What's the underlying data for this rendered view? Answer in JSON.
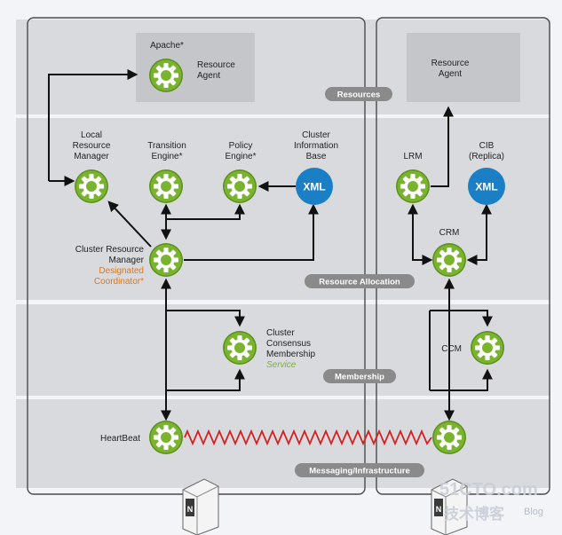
{
  "layers": {
    "resources": "Resources",
    "resource_allocation": "Resource Allocation",
    "membership": "Membership",
    "messaging": "Messaging/Infrastructure"
  },
  "left_node": {
    "apache_agent": {
      "line1": "Apache*",
      "line2": "Resource",
      "line3": "Agent"
    },
    "lrm": {
      "line1": "Local",
      "line2": "Resource",
      "line3": "Manager"
    },
    "transition_engine": {
      "line1": "Transition",
      "line2": "Engine*"
    },
    "policy_engine": {
      "line1": "Policy",
      "line2": "Engine*"
    },
    "cib": {
      "line1": "Cluster",
      "line2": "Information",
      "line3": "Base"
    },
    "xml": "XML",
    "crm": {
      "line1": "Cluster Resource",
      "line2": "Manager",
      "line3": "Designated",
      "line4": "Coordinator*"
    },
    "ccm": {
      "line1": "Cluster",
      "line2": "Consensus",
      "line3": "Membership",
      "line4": "Service"
    },
    "heartbeat": "HeartBeat",
    "node_badge": "N"
  },
  "right_node": {
    "resource_agent": {
      "line1": "Resource",
      "line2": "Agent"
    },
    "lrm": "LRM",
    "cib": {
      "line1": "CIB",
      "line2": "(Replica)"
    },
    "xml": "XML",
    "crm": "CRM",
    "ccm": "CCM",
    "node_badge": "N"
  },
  "watermark": {
    "site": "51CTO.com",
    "sub": "技术博客",
    "blog": "Blog"
  },
  "colors": {
    "gear": "#7ab32e",
    "gear_dark": "#5d8f1f",
    "xml": "#1a7fc4",
    "pill": "#8a8a8a",
    "heartbeat_line": "#d42020",
    "designated": "#e8750f",
    "service": "#7ab32e"
  }
}
